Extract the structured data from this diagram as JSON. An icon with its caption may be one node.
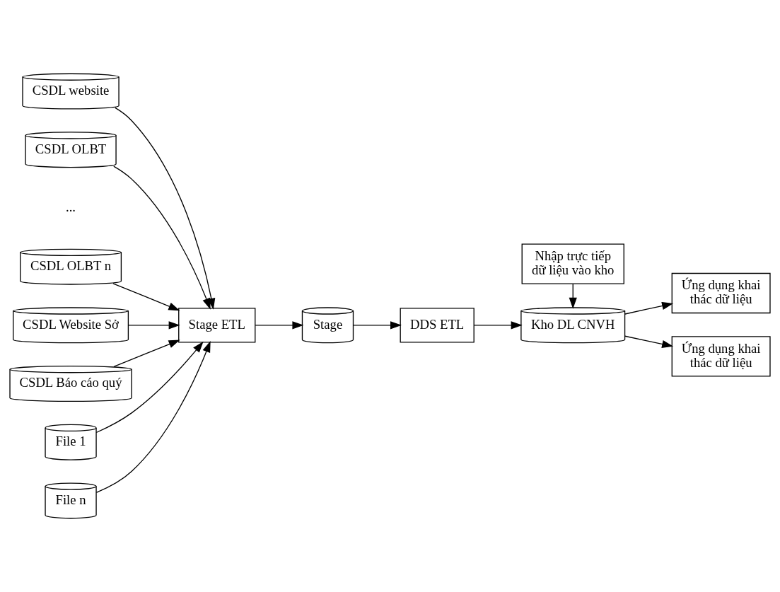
{
  "diagram": {
    "nodes": [
      {
        "text": [
          "CSDL website"
        ]
      },
      {
        "text": [
          "CSDL OLBT"
        ]
      },
      {
        "text": [
          "CSDL OLBT n"
        ]
      },
      {
        "text": [
          "Ứng dụng khai thác dữ liệu"
        ]
      },
      {
        "text": [
          "Stage ETL"
        ]
      },
      {
        "text": [
          "Stage"
        ]
      },
      {
        "text": [
          "DDS ETL"
        ]
      },
      {
        "text": [
          "Kho DL CNVH"
        ]
      },
      {
        "text": [
          "CSDL Website Sở"
        ]
      },
      {
        "text": [
          "Nhập trực tiếp dữ liệu vào kho"
        ]
      },
      {
        "text": [
          "CSDL Báo cáo quý"
        ]
      },
      {
        "text": [
          "File 1"
        ]
      },
      {
        "text": [
          "File n"
        ]
      },
      {
        "text": [
          "Ứng dụng khai thác dữ liệu"
        ]
      }
    ],
    "edges": [
      {
        "from": 0,
        "to": 4,
        "arrow": "to"
      },
      {
        "from": 1,
        "to": 4,
        "arrow": "to"
      },
      {
        "from": 2,
        "to": 4,
        "arrow": "to"
      },
      {
        "from": 8,
        "to": 4,
        "arrow": "to"
      },
      {
        "from": 10,
        "to": 4,
        "arrow": "to"
      },
      {
        "from": 11,
        "to": 4,
        "arrow": "to"
      },
      {
        "from": 12,
        "to": 4,
        "arrow": "to"
      },
      {
        "from": 4,
        "to": 5,
        "arrow": "to"
      },
      {
        "from": 5,
        "to": 6,
        "arrow": "to"
      },
      {
        "from": 6,
        "to": 7,
        "arrow": "to"
      },
      {
        "from": 7,
        "to": 3,
        "arrow": "to"
      },
      {
        "from": 9,
        "to": 7,
        "arrow": "to"
      },
      {
        "from": 7,
        "to": 13,
        "arrow": "to"
      }
    ],
    "labels": [
      "..."
    ]
  }
}
